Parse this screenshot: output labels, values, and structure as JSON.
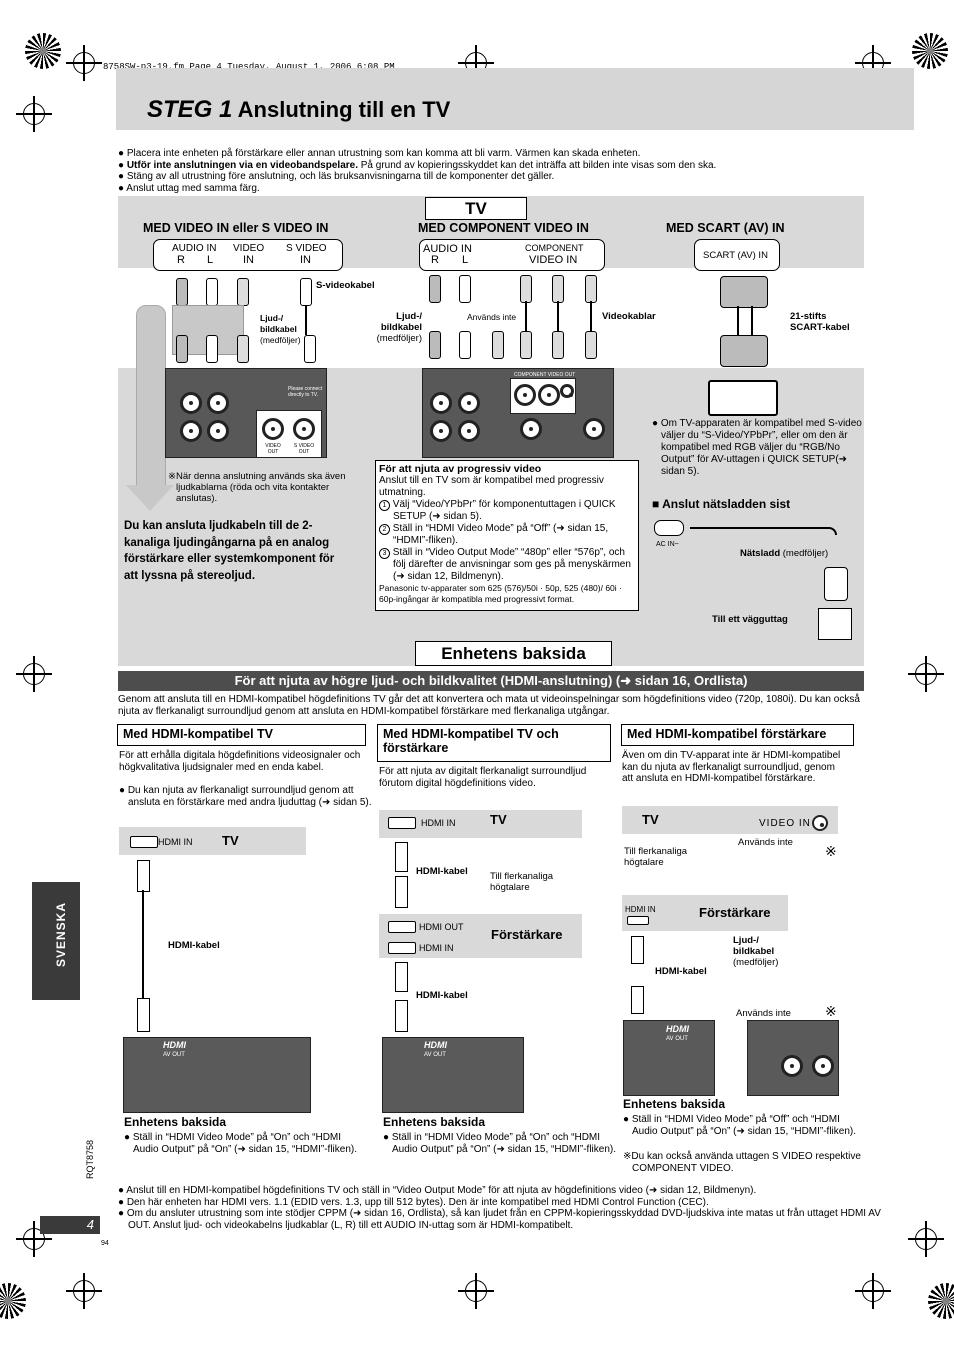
{
  "file_header": "8758SW-p3-19.fm  Page 4  Tuesday, August 1, 2006  6:08 PM",
  "title": {
    "step": "STEG 1",
    "text": "Anslutning till en TV"
  },
  "intro_bullets": [
    {
      "bold": "",
      "text": "Placera inte enheten på förstärkare eller annan utrustning som kan komma att bli varm. Värmen kan skada enheten."
    },
    {
      "bold": "Utför inte anslutningen via en videobandspelare.",
      "text": " På grund av kopieringsskyddet kan det inträffa att bilden inte visas som den ska."
    },
    {
      "bold": "",
      "text": "Stäng av all utrustning före anslutning, och läs bruksanvisningarna till de komponenter det gäller."
    },
    {
      "bold": "",
      "text": "Anslut uttag med samma färg."
    }
  ],
  "tv_label": "TV",
  "col1": {
    "heading": "MED VIDEO IN eller S VIDEO IN",
    "jacks": [
      "AUDIO IN",
      "R",
      "L",
      "VIDEO",
      "IN",
      "S VIDEO",
      "IN"
    ],
    "svideo_cable": "S-videokabel",
    "audio_cable_bold": "Ljud-/ bildkabel",
    "audio_cable_note": "(medföljer)",
    "panel_note": "Please connect directly to TV.",
    "jack_video_out": "VIDEO OUT",
    "jack_svideo_out": "S VIDEO OUT",
    "note": "När denna anslutning används ska även ljudkablarna (röda och vita kontakter anslutas).",
    "bold_text": "Du kan ansluta ljudkabeln till de 2-kanaliga ljudingångarna på en analog förstärkare eller systemkomponent för att lyssna på stereoljud."
  },
  "col2": {
    "heading": "MED COMPONENT VIDEO IN",
    "jacks": [
      "AUDIO IN",
      "R",
      "L",
      "COMPONENT",
      "VIDEO IN"
    ],
    "audio_cable_bold": "Ljud-/ bildkabel",
    "audio_cable_note": "(medföljer)",
    "unused": "Används inte",
    "video_cables": "Videokablar",
    "panel_label": "COMPONENT VIDEO OUT",
    "progressive": {
      "title": "För att njuta av progressiv video",
      "intro": "Anslut till en TV som är kompatibel med progressiv utmatning.",
      "steps": [
        {
          "num": "1",
          "text": "Välj “Video/YPbPr” för komponentuttagen i QUICK SETUP (➜ sidan 5)."
        },
        {
          "num": "2",
          "text": "Ställ in “HDMI Video Mode” på “Off” (➜ sidan 15, “HDMI”-fliken)."
        },
        {
          "num": "3",
          "text": "Ställ in “Video Output Mode” “480p” eller “576p”, och följ därefter de anvisningar som ges på menyskärmen (➜ sidan 12, Bildmenyn)."
        }
      ],
      "footnote": "Panasonic tv-apparater som 625 (576)/50i · 50p, 525 (480)/ 60i · 60p-ingångar är kompatibla med progressivt format."
    }
  },
  "col3": {
    "heading": "MED SCART (AV) IN",
    "jack": "SCART (AV) IN",
    "cable_bold": "21-stifts SCART-kabel",
    "note": "Om TV-apparaten är kompatibel med S-video väljer du “S-Video/YPbPr”, eller om den är kompatibel med RGB väljer du “RGB/No Output” för AV-uttagen i QUICK SETUP(➜ sidan 5).",
    "mains_heading": "Anslut nätsladden sist",
    "ac_in": "AC IN~",
    "mains_cable_bold": "Nätsladd",
    "mains_cable_note": "(medföljer)",
    "wall_socket": "Till ett vägguttag"
  },
  "rear_label": "Enhetens baksida",
  "hdmi_band": "För att njuta av högre ljud- och bildkvalitet (HDMI-anslutning) (➜ sidan 16, Ordlista)",
  "hdmi_intro": "Genom att ansluta till en HDMI-kompatibel högdefinitions TV går det att konvertera och mata ut videoinspelningar som högdefinitions video (720p, 1080i). Du kan också njuta av flerkanaligt surroundljud genom att ansluta en HDMI-kompatibel förstärkare med flerkanaliga utgångar.",
  "hdmi_cols": [
    {
      "heading": "Med HDMI-kompatibel TV",
      "text": "För att erhålla digitala högdefinitions videosignaler och högkvalitativa ljudsignaler med en enda kabel.",
      "bullet": "Du kan njuta av flerkanaligt surroundljud genom att ansluta en förstärkare med andra ljuduttag (➜ sidan 5).",
      "port": "HDMI IN",
      "device": "TV",
      "cable": "HDMI-kabel",
      "rear": "Enhetens baksida",
      "rear_bullet": "Ställ in “HDMI Video Mode” på “On” och “HDMI Audio Output” på “On” (➜ sidan 15, “HDMI”-fliken)."
    },
    {
      "heading": "Med HDMI-kompatibel TV och förstärkare",
      "text": "För att njuta av digitalt flerkanaligt surroundljud förutom digital högdefinitions video.",
      "port_tv": "HDMI IN",
      "device_tv": "TV",
      "cable1": "HDMI-kabel",
      "speakers": "Till flerkanaliga högtalare",
      "port_amp_out": "HDMI OUT",
      "port_amp_in": "HDMI IN",
      "device_amp": "Förstärkare",
      "cable2": "HDMI-kabel",
      "rear": "Enhetens baksida",
      "rear_bullet": "Ställ in “HDMI Video Mode” på “On” och “HDMI Audio Output” på “On” (➜ sidan 15, “HDMI”-fliken)."
    },
    {
      "heading": "Med HDMI-kompatibel förstärkare",
      "text": "Även om din TV-apparat inte är HDMI-kompatibel kan du njuta av flerkanaligt surroundljud, genom att ansluta en HDMI-kompatibel förstärkare.",
      "device_tv": "TV",
      "video_in": "VIDEO IN",
      "unused_top": "Används inte",
      "speakers": "Till flerkanaliga högtalare",
      "port_amp": "HDMI IN",
      "device_amp": "Förstärkare",
      "audio_cable_bold": "Ljud-/ bildkabel",
      "audio_cable_note": "(medföljer)",
      "cable": "HDMI-kabel",
      "unused_bottom": "Används inte",
      "rear": "Enhetens baksida",
      "rear_bullet": "Ställ in “HDMI Video Mode” på “Off” och “HDMI Audio Output” på “On” (➜ sidan 15, “HDMI”-fliken).",
      "note": "Du kan också använda uttagen S VIDEO respektive COMPONENT VIDEO."
    }
  ],
  "footer_bullets": [
    "Anslut till en HDMI-kompatibel högdefinitions TV och ställ in “Video Output Mode” för att njuta av högdefinitions video (➜ sidan 12, Bildmenyn).",
    "Den här enheten har HDMI vers. 1.1 (EDID vers. 1.3, upp till 512 bytes). Den är inte kompatibel med HDMI Control Function (CEC).",
    "Om du ansluter utrustning som inte stödjer CPPM (➜ sidan 16, Ordlista), så kan ljudet från en CPPM-kopieringsskyddad DVD-ljudskiva inte matas ut från uttaget HDMI AV OUT. Anslut ljud- och videokabelns ljudkablar (L, R) till ett AUDIO IN-uttag som är HDMI-kompatibelt."
  ],
  "side_tab": "SVENSKA",
  "page_number": "4",
  "doc_code": "RQT8758",
  "small_num": "94",
  "hdmi_logo": "HDMI",
  "av_out": "AV OUT"
}
